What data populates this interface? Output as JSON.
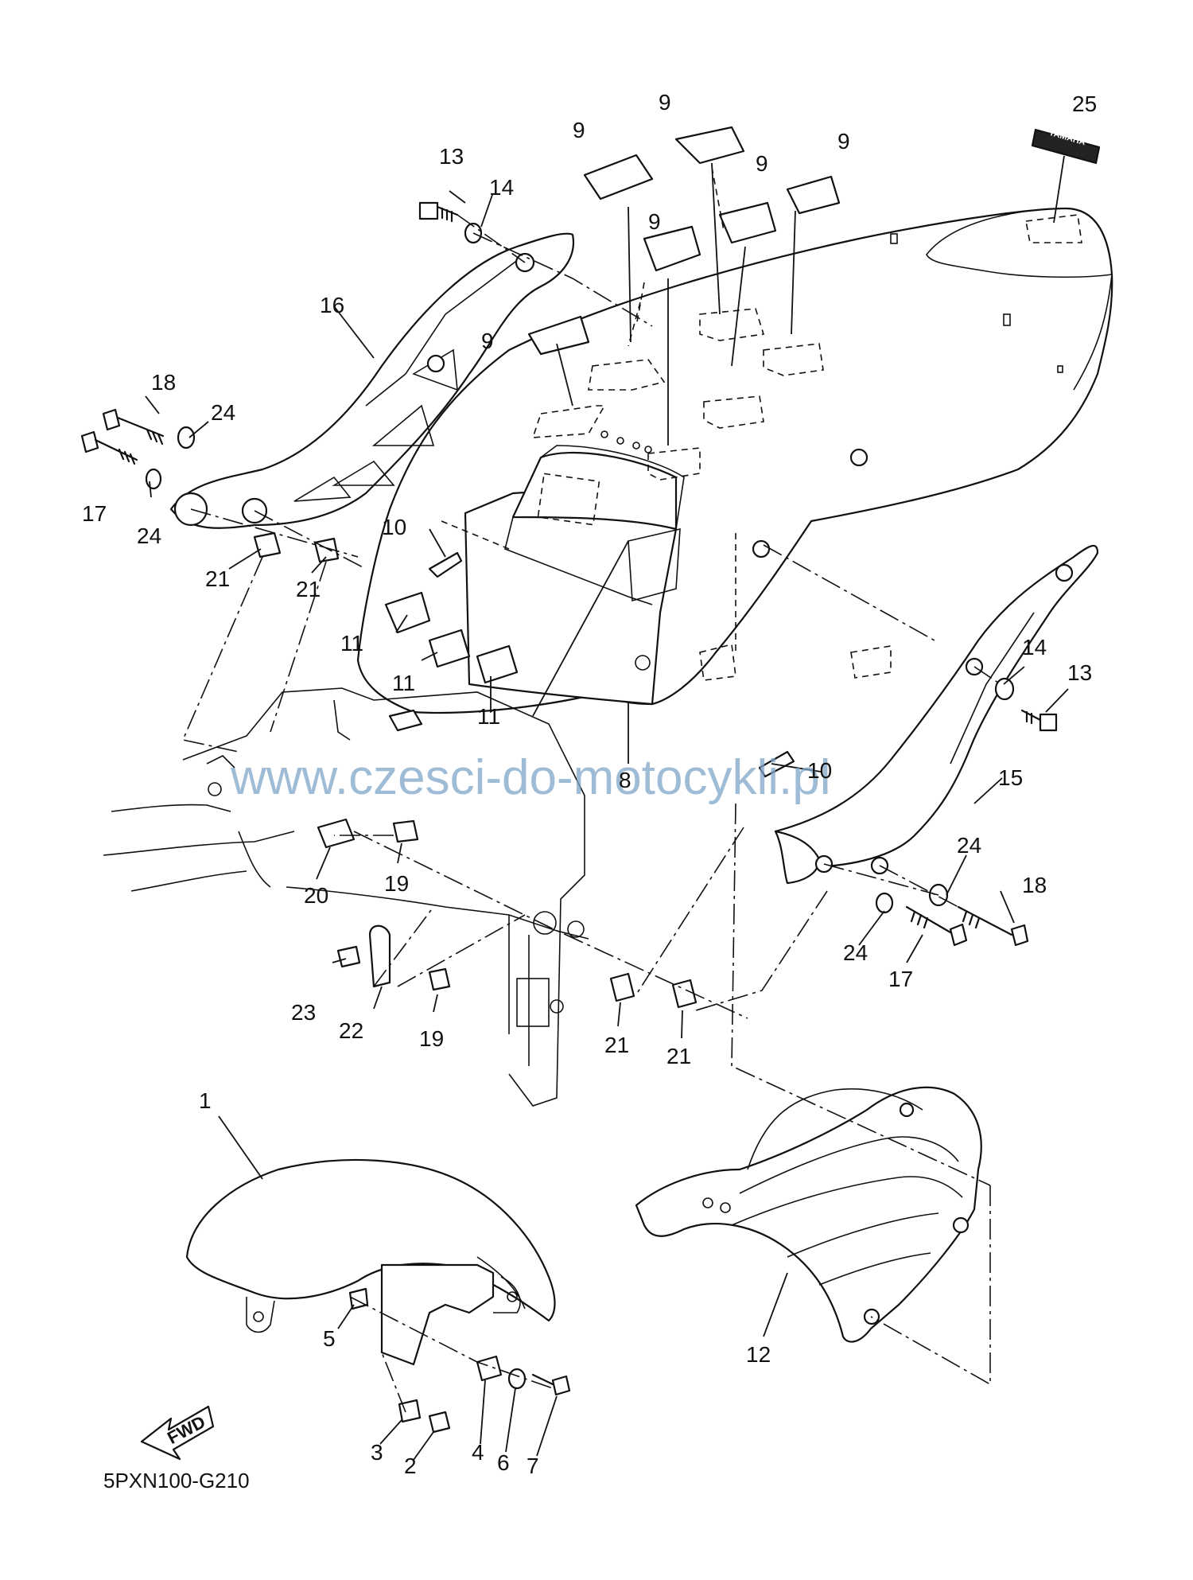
{
  "diagram_code": "5PXN100-G210",
  "watermark": "www.czesci-do-motocykli.pl",
  "fwd_label": "FWD",
  "decal_text": "YAMAHA",
  "callouts": [
    {
      "id": "c1",
      "label": "1"
    },
    {
      "id": "c2",
      "label": "2"
    },
    {
      "id": "c3",
      "label": "3"
    },
    {
      "id": "c4",
      "label": "4"
    },
    {
      "id": "c5",
      "label": "5"
    },
    {
      "id": "c6",
      "label": "6"
    },
    {
      "id": "c7",
      "label": "7"
    },
    {
      "id": "c8",
      "label": "8"
    },
    {
      "id": "c9a",
      "label": "9"
    },
    {
      "id": "c9b",
      "label": "9"
    },
    {
      "id": "c9c",
      "label": "9"
    },
    {
      "id": "c9d",
      "label": "9"
    },
    {
      "id": "c9e",
      "label": "9"
    },
    {
      "id": "c9f",
      "label": "9"
    },
    {
      "id": "c10a",
      "label": "10"
    },
    {
      "id": "c10b",
      "label": "10"
    },
    {
      "id": "c11a",
      "label": "11"
    },
    {
      "id": "c11b",
      "label": "11"
    },
    {
      "id": "c11c",
      "label": "11"
    },
    {
      "id": "c12",
      "label": "12"
    },
    {
      "id": "c13a",
      "label": "13"
    },
    {
      "id": "c13b",
      "label": "13"
    },
    {
      "id": "c14a",
      "label": "14"
    },
    {
      "id": "c14b",
      "label": "14"
    },
    {
      "id": "c15",
      "label": "15"
    },
    {
      "id": "c16",
      "label": "16"
    },
    {
      "id": "c17a",
      "label": "17"
    },
    {
      "id": "c17b",
      "label": "17"
    },
    {
      "id": "c18a",
      "label": "18"
    },
    {
      "id": "c18b",
      "label": "18"
    },
    {
      "id": "c19a",
      "label": "19"
    },
    {
      "id": "c19b",
      "label": "19"
    },
    {
      "id": "c20",
      "label": "20"
    },
    {
      "id": "c21a",
      "label": "21"
    },
    {
      "id": "c21b",
      "label": "21"
    },
    {
      "id": "c21c",
      "label": "21"
    },
    {
      "id": "c21d",
      "label": "21"
    },
    {
      "id": "c22",
      "label": "22"
    },
    {
      "id": "c23",
      "label": "23"
    },
    {
      "id": "c24a",
      "label": "24"
    },
    {
      "id": "c24b",
      "label": "24"
    },
    {
      "id": "c24c",
      "label": "24"
    },
    {
      "id": "c24d",
      "label": "24"
    },
    {
      "id": "c25",
      "label": "25"
    }
  ]
}
